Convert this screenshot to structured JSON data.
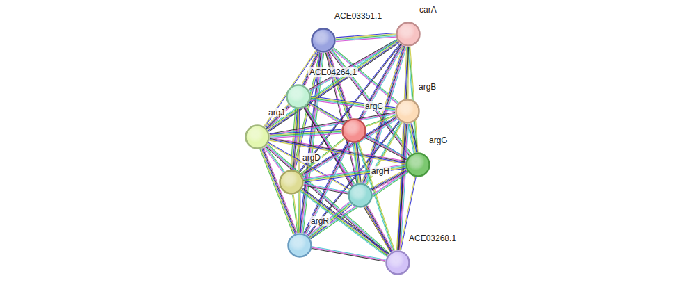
{
  "diagram": {
    "nodes": [
      {
        "text": [
          "ACE03351.1"
        ]
      },
      {
        "text": [
          "carA"
        ]
      },
      {
        "text": [
          "ACE04264.1"
        ]
      },
      {
        "text": [
          "argB"
        ]
      },
      {
        "text": [
          "argJ"
        ]
      },
      {
        "text": [
          "argC"
        ]
      },
      {
        "text": [
          "argG"
        ]
      },
      {
        "text": [
          "argD"
        ]
      },
      {
        "text": [
          "argH"
        ]
      },
      {
        "text": [
          "argR"
        ]
      },
      {
        "text": [
          "ACE03268.1"
        ]
      }
    ],
    "edges": [
      {
        "from": 0,
        "to": 1,
        "arrow": "none"
      },
      {
        "from": 0,
        "to": 2,
        "arrow": "none"
      },
      {
        "from": 0,
        "to": 3,
        "arrow": "none"
      },
      {
        "from": 0,
        "to": 4,
        "arrow": "none"
      },
      {
        "from": 0,
        "to": 5,
        "arrow": "none"
      },
      {
        "from": 0,
        "to": 6,
        "arrow": "none"
      },
      {
        "from": 0,
        "to": 7,
        "arrow": "none"
      },
      {
        "from": 0,
        "to": 8,
        "arrow": "none"
      },
      {
        "from": 0,
        "to": 9,
        "arrow": "none"
      },
      {
        "from": 1,
        "to": 2,
        "arrow": "none"
      },
      {
        "from": 1,
        "to": 3,
        "arrow": "none"
      },
      {
        "from": 1,
        "to": 4,
        "arrow": "none"
      },
      {
        "from": 1,
        "to": 5,
        "arrow": "none"
      },
      {
        "from": 1,
        "to": 6,
        "arrow": "none"
      },
      {
        "from": 1,
        "to": 7,
        "arrow": "none"
      },
      {
        "from": 1,
        "to": 8,
        "arrow": "none"
      },
      {
        "from": 1,
        "to": 10,
        "arrow": "none"
      },
      {
        "from": 2,
        "to": 3,
        "arrow": "none"
      },
      {
        "from": 2,
        "to": 4,
        "arrow": "none"
      },
      {
        "from": 2,
        "to": 5,
        "arrow": "none"
      },
      {
        "from": 2,
        "to": 6,
        "arrow": "none"
      },
      {
        "from": 2,
        "to": 7,
        "arrow": "none"
      },
      {
        "from": 2,
        "to": 8,
        "arrow": "none"
      },
      {
        "from": 2,
        "to": 9,
        "arrow": "none"
      },
      {
        "from": 2,
        "to": 10,
        "arrow": "none"
      },
      {
        "from": 3,
        "to": 4,
        "arrow": "none"
      },
      {
        "from": 3,
        "to": 5,
        "arrow": "none"
      },
      {
        "from": 3,
        "to": 6,
        "arrow": "none"
      },
      {
        "from": 3,
        "to": 7,
        "arrow": "none"
      },
      {
        "from": 3,
        "to": 8,
        "arrow": "none"
      },
      {
        "from": 3,
        "to": 9,
        "arrow": "none"
      },
      {
        "from": 3,
        "to": 10,
        "arrow": "none"
      },
      {
        "from": 4,
        "to": 5,
        "arrow": "none"
      },
      {
        "from": 4,
        "to": 6,
        "arrow": "none"
      },
      {
        "from": 4,
        "to": 7,
        "arrow": "none"
      },
      {
        "from": 4,
        "to": 8,
        "arrow": "none"
      },
      {
        "from": 4,
        "to": 9,
        "arrow": "none"
      },
      {
        "from": 4,
        "to": 10,
        "arrow": "none"
      },
      {
        "from": 5,
        "to": 6,
        "arrow": "none"
      },
      {
        "from": 5,
        "to": 7,
        "arrow": "none"
      },
      {
        "from": 5,
        "to": 8,
        "arrow": "none"
      },
      {
        "from": 5,
        "to": 9,
        "arrow": "none"
      },
      {
        "from": 5,
        "to": 10,
        "arrow": "none"
      },
      {
        "from": 6,
        "to": 7,
        "arrow": "none"
      },
      {
        "from": 6,
        "to": 8,
        "arrow": "none"
      },
      {
        "from": 6,
        "to": 9,
        "arrow": "none"
      },
      {
        "from": 6,
        "to": 10,
        "arrow": "none"
      },
      {
        "from": 7,
        "to": 8,
        "arrow": "none"
      },
      {
        "from": 7,
        "to": 9,
        "arrow": "none"
      },
      {
        "from": 7,
        "to": 10,
        "arrow": "none"
      },
      {
        "from": 8,
        "to": 9,
        "arrow": "none"
      },
      {
        "from": 8,
        "to": 10,
        "arrow": "none"
      },
      {
        "from": 9,
        "to": 10,
        "arrow": "none"
      }
    ]
  }
}
